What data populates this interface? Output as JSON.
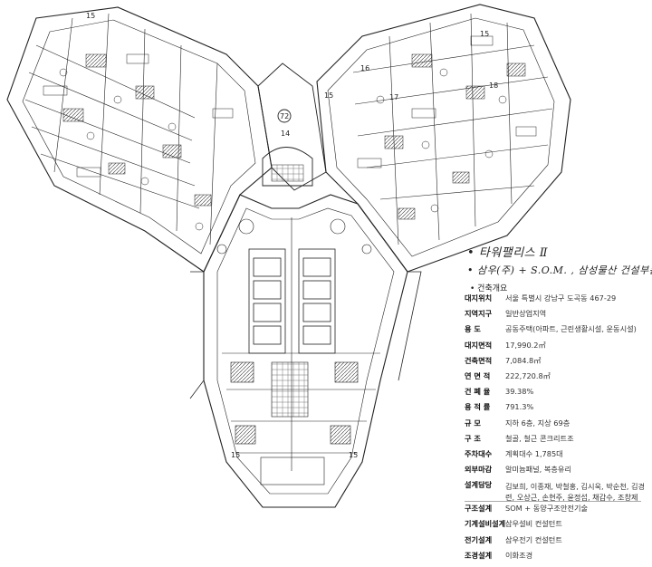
{
  "plan": {
    "circle_label": "72",
    "numbers": [
      "14",
      "15",
      "16",
      "17",
      "18",
      "15",
      "15",
      "15",
      "15"
    ]
  },
  "notes": {
    "handwritten_1": "타워팰리스 Ⅱ",
    "handwritten_2": "삼우(주) + S.O.M. , 삼성물산 건설부문",
    "section_title": "건축개요"
  },
  "specs": [
    {
      "label": "대지위치",
      "value": "서울 특별시 강남구 도곡동 467-29"
    },
    {
      "label": "지역지구",
      "value": "일반상업지역"
    },
    {
      "label": "용 도",
      "value": "공동주택(아파트, 근린생활시설, 운동시설)"
    },
    {
      "label": "대지면적",
      "value": "17,990.2㎡"
    },
    {
      "label": "건축면적",
      "value": "7,084.8㎡"
    },
    {
      "label": "연 면 적",
      "value": "222,720.8㎡"
    },
    {
      "label": "건 폐 율",
      "value": "39.38%"
    },
    {
      "label": "용 적 률",
      "value": "791.3%"
    },
    {
      "label": "규 모",
      "value": "지하 6층, 지상 69층"
    },
    {
      "label": "구 조",
      "value": "철골, 철근 콘크리트조"
    },
    {
      "label": "주차대수",
      "value": "계획대수 1,785대"
    },
    {
      "label": "외부마감",
      "value": "알미늄패널, 복층유리"
    },
    {
      "label": "설계담당",
      "value": "김보희, 이종재, 박철홍, 김시욱, 박순천, 김경련, 오상근, 손현주, 윤정섭, 채갑수, 조창제"
    },
    {
      "label": "구조설계",
      "value": "SOM + 동양구조안전기술"
    },
    {
      "label": "기계설비설계",
      "value": "삼우설비 컨설턴트"
    },
    {
      "label": "전기설계",
      "value": "삼우전기 컨설턴트"
    },
    {
      "label": "조경설계",
      "value": "이화조경"
    }
  ]
}
